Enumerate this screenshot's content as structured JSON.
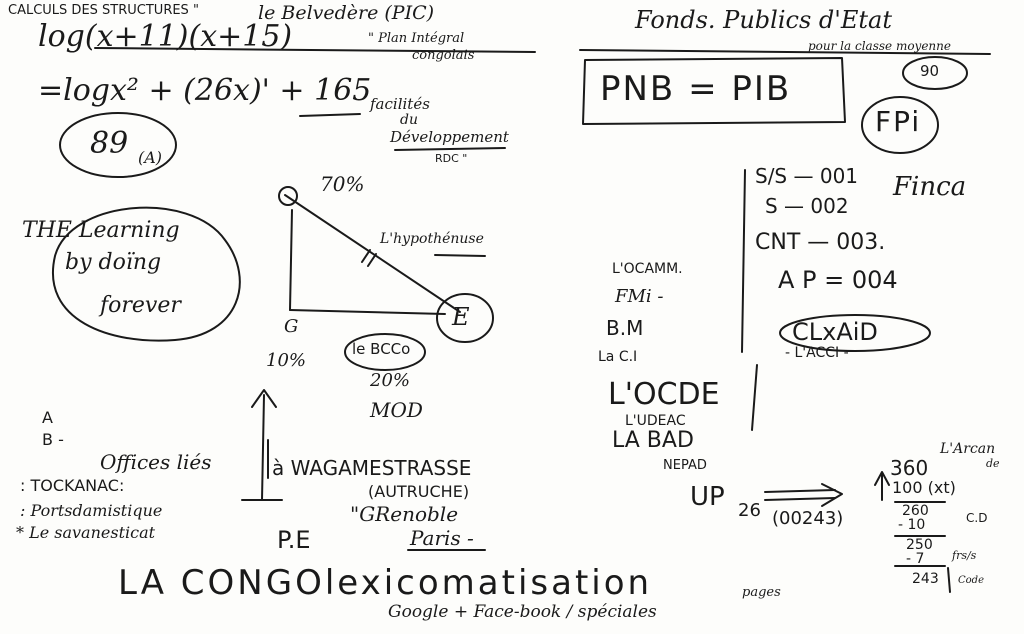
{
  "top_left": {
    "title": "CALCULS DES STRUCTURES \"",
    "belvedere": "le Belvedère (PIC)",
    "eq1": "log(x+11)(x+15)",
    "plan": "\" Plan Intégral",
    "congolais": "congolais",
    "eq2": "=logx² + (26x)' + 165",
    "facilites": "facilités",
    "du": "du",
    "developpement": "Développement",
    "rdc": "RDC \"",
    "circled_value": "89",
    "circled_sub": "(A)"
  },
  "learning": {
    "line1": "THE Learning",
    "line2": "by doïng",
    "line3": "forever"
  },
  "triangle": {
    "top_pct": "70%",
    "hyp_label": "L'hypothénuse",
    "vertex_bottom_left": "G",
    "vertex_right": "E",
    "pct_bottom": "10%",
    "bcc_label": "le BCCo",
    "bcc_pct": "20%",
    "bcc_sub": "MOD"
  },
  "left_list": {
    "a": "A",
    "b": "B -",
    "offices": "Offices liés",
    "item1": ": TOCKANAC:",
    "item2": ": Portsdamistique",
    "item3": "* Le savanesticat",
    "pe": "P.E"
  },
  "center_text": {
    "waga": "à WAGAMESTRASSE",
    "autruche": "(AUTRUCHE)",
    "grenoble": "\"GRenoble",
    "paris": "Paris -"
  },
  "right_top": {
    "fonds": "Fonds. Publics d'Etat",
    "classe": "pour la classe moyenne",
    "num": "90",
    "pnb": "PNB = PIB",
    "fpi": "FPi"
  },
  "codes": {
    "c1": "S/S — 001",
    "c2": "S — 002",
    "c3": "CNT — 003.",
    "c4": "A P = 004",
    "finca": "Finca",
    "clxaid": "CLxAiD",
    "acci": "- L'ACCI -"
  },
  "orgs": {
    "ocamm": "L'OCAMM.",
    "fmi": "FMi -",
    "bm": "B.M",
    "lac": "La C.I",
    "ocde": "L'OCDE",
    "udeac": "L'UDEAC",
    "bad": "LA BAD",
    "nepad": "NEPAD",
    "up": "UP",
    "up_num": "26",
    "up_code": "(00243)"
  },
  "arith": {
    "l1": "360",
    "arcan": "L'Arcan",
    "de": "de",
    "l2": "100 (xt)",
    "l3": "260",
    "l4": "- 10",
    "cd": "C.D",
    "l5": "250",
    "l6": "- 7",
    "frsis": "frs/s",
    "l7": "243",
    "code": "Code"
  },
  "footer": {
    "main": "LA CONGOlexicomatisation",
    "pages": "pages",
    "sub": "Google + Face-book / spéciales"
  }
}
